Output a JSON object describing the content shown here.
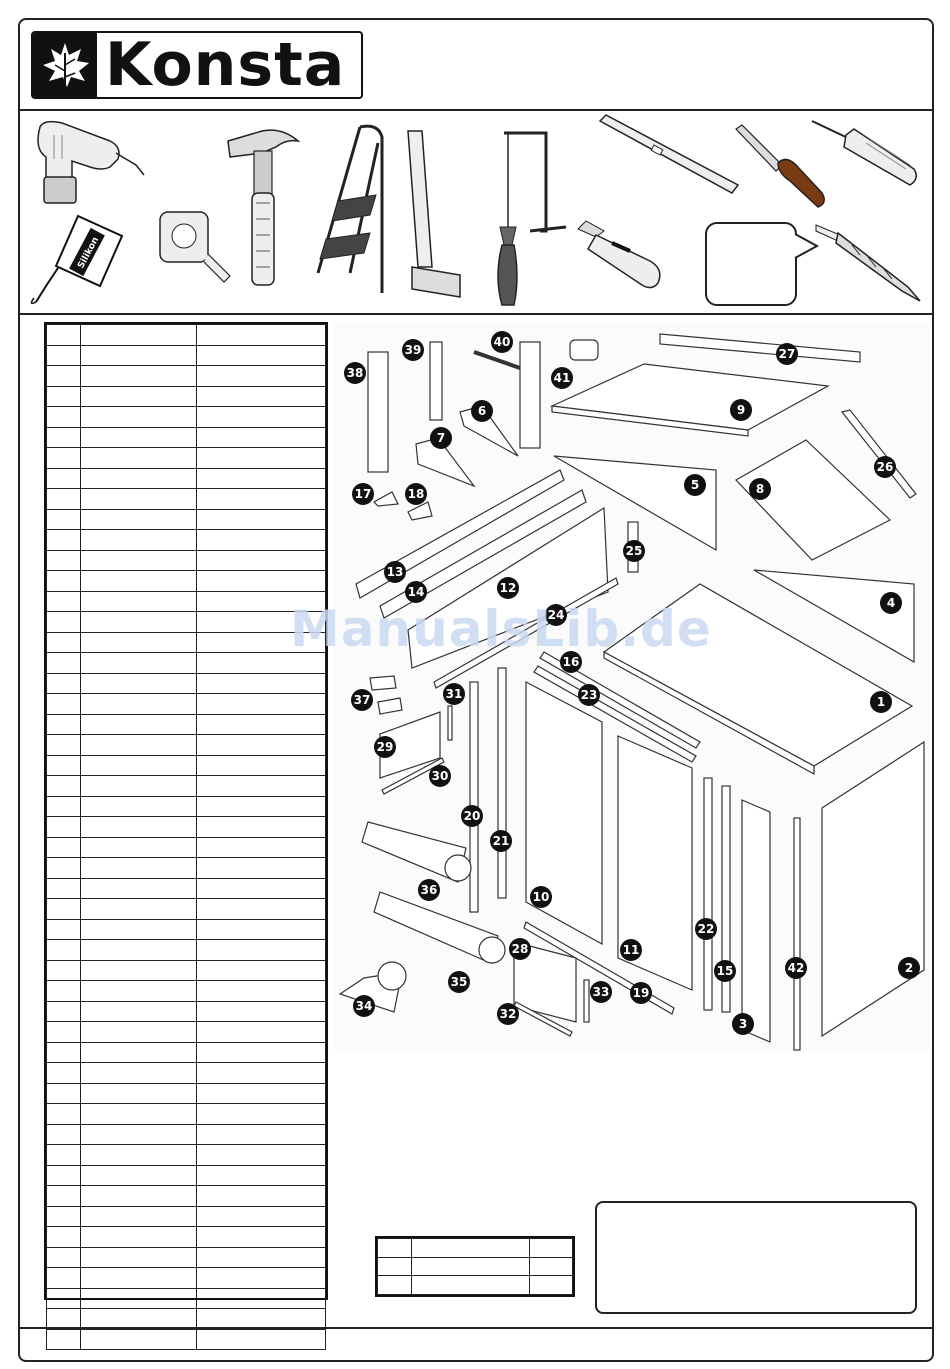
{
  "brand": {
    "name": "Konsta"
  },
  "watermark": "ManualsLib.de",
  "tools": {
    "items": [
      "drill-icon",
      "silicone-tube-icon",
      "tape-measure-icon",
      "hammer-icon",
      "step-ladder-icon",
      "square-ruler-icon",
      "coping-saw-icon",
      "utility-knife-icon",
      "spirit-level-icon",
      "chisel-icon",
      "screwdriver-icon",
      "drill-bit-icon"
    ],
    "silicone_label": "Silikon"
  },
  "parts_table": {
    "rows": 50,
    "columns": 3
  },
  "small_table": {
    "rows": 3,
    "columns": 3
  },
  "diagram": {
    "callouts": [
      "1",
      "2",
      "3",
      "4",
      "5",
      "6",
      "7",
      "8",
      "9",
      "10",
      "11",
      "12",
      "13",
      "14",
      "15",
      "16",
      "17",
      "18",
      "19",
      "20",
      "21",
      "22",
      "23",
      "24",
      "25",
      "26",
      "27",
      "28",
      "29",
      "30",
      "31",
      "32",
      "33",
      "34",
      "35",
      "36",
      "37",
      "38",
      "39",
      "40",
      "41",
      "42"
    ]
  }
}
